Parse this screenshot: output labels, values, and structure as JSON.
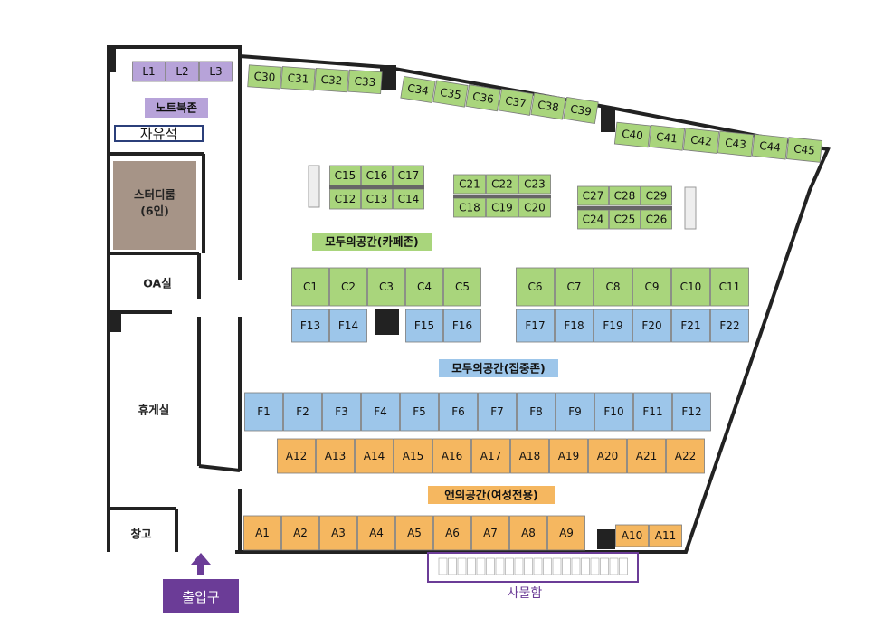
{
  "colors": {
    "cafe_green": "#a9d57c",
    "focus_blue": "#9dc6ea",
    "female_orange": "#f5b760",
    "note_purple": "#b7a3d9",
    "study_brown": "#a69487",
    "wall": "#222222",
    "brand_purple": "#6b3c97"
  },
  "labels": {
    "note_zone": "노트북존",
    "free_seat": "자유석",
    "study_room": "스터디룸",
    "study_room_capacity": "(6인)",
    "oa_room": "OA실",
    "lounge": "휴게실",
    "storage": "창고",
    "cafe_zone": "모두의공간(카페존)",
    "focus_zone": "모두의공간(집중존)",
    "female_zone": "앤의공간(여성전용)",
    "entrance": "출입구",
    "locker": "사물함"
  },
  "seats": {
    "L": [
      "L1",
      "L2",
      "L3"
    ],
    "C_top_left": [
      "C30",
      "C31",
      "C32",
      "C33"
    ],
    "C_top_mid": [
      "C34",
      "C35",
      "C36",
      "C37",
      "C38",
      "C39"
    ],
    "C_top_right": [
      "C40",
      "C41",
      "C42",
      "C43",
      "C44",
      "C45"
    ],
    "C_island1_top": [
      "C15",
      "C16",
      "C17"
    ],
    "C_island1_bottom": [
      "C12",
      "C13",
      "C14"
    ],
    "C_island2_top": [
      "C21",
      "C22",
      "C23"
    ],
    "C_island2_bottom": [
      "C18",
      "C19",
      "C20"
    ],
    "C_island3_top": [
      "C27",
      "C28",
      "C29"
    ],
    "C_island3_bottom": [
      "C24",
      "C25",
      "C26"
    ],
    "C_row_left": [
      "C1",
      "C2",
      "C3",
      "C4",
      "C5"
    ],
    "C_row_right": [
      "C6",
      "C7",
      "C8",
      "C9",
      "C10",
      "C11"
    ],
    "F_row_left": [
      "F13",
      "F14",
      "",
      "F15",
      "F16"
    ],
    "F_row_right": [
      "F17",
      "F18",
      "F19",
      "F20",
      "F21",
      "F22"
    ],
    "F_row_long": [
      "F1",
      "F2",
      "F3",
      "F4",
      "F5",
      "F6",
      "F7",
      "F8",
      "F9",
      "F10",
      "F11",
      "F12"
    ],
    "A_row_top": [
      "A12",
      "A13",
      "A14",
      "A15",
      "A16",
      "A17",
      "A18",
      "A19",
      "A20",
      "A21",
      "A22"
    ],
    "A_row_bottom": [
      "A1",
      "A2",
      "A3",
      "A4",
      "A5",
      "A6",
      "A7",
      "A8",
      "A9"
    ],
    "A_row_bottom_extra": [
      "A10",
      "A11"
    ]
  }
}
